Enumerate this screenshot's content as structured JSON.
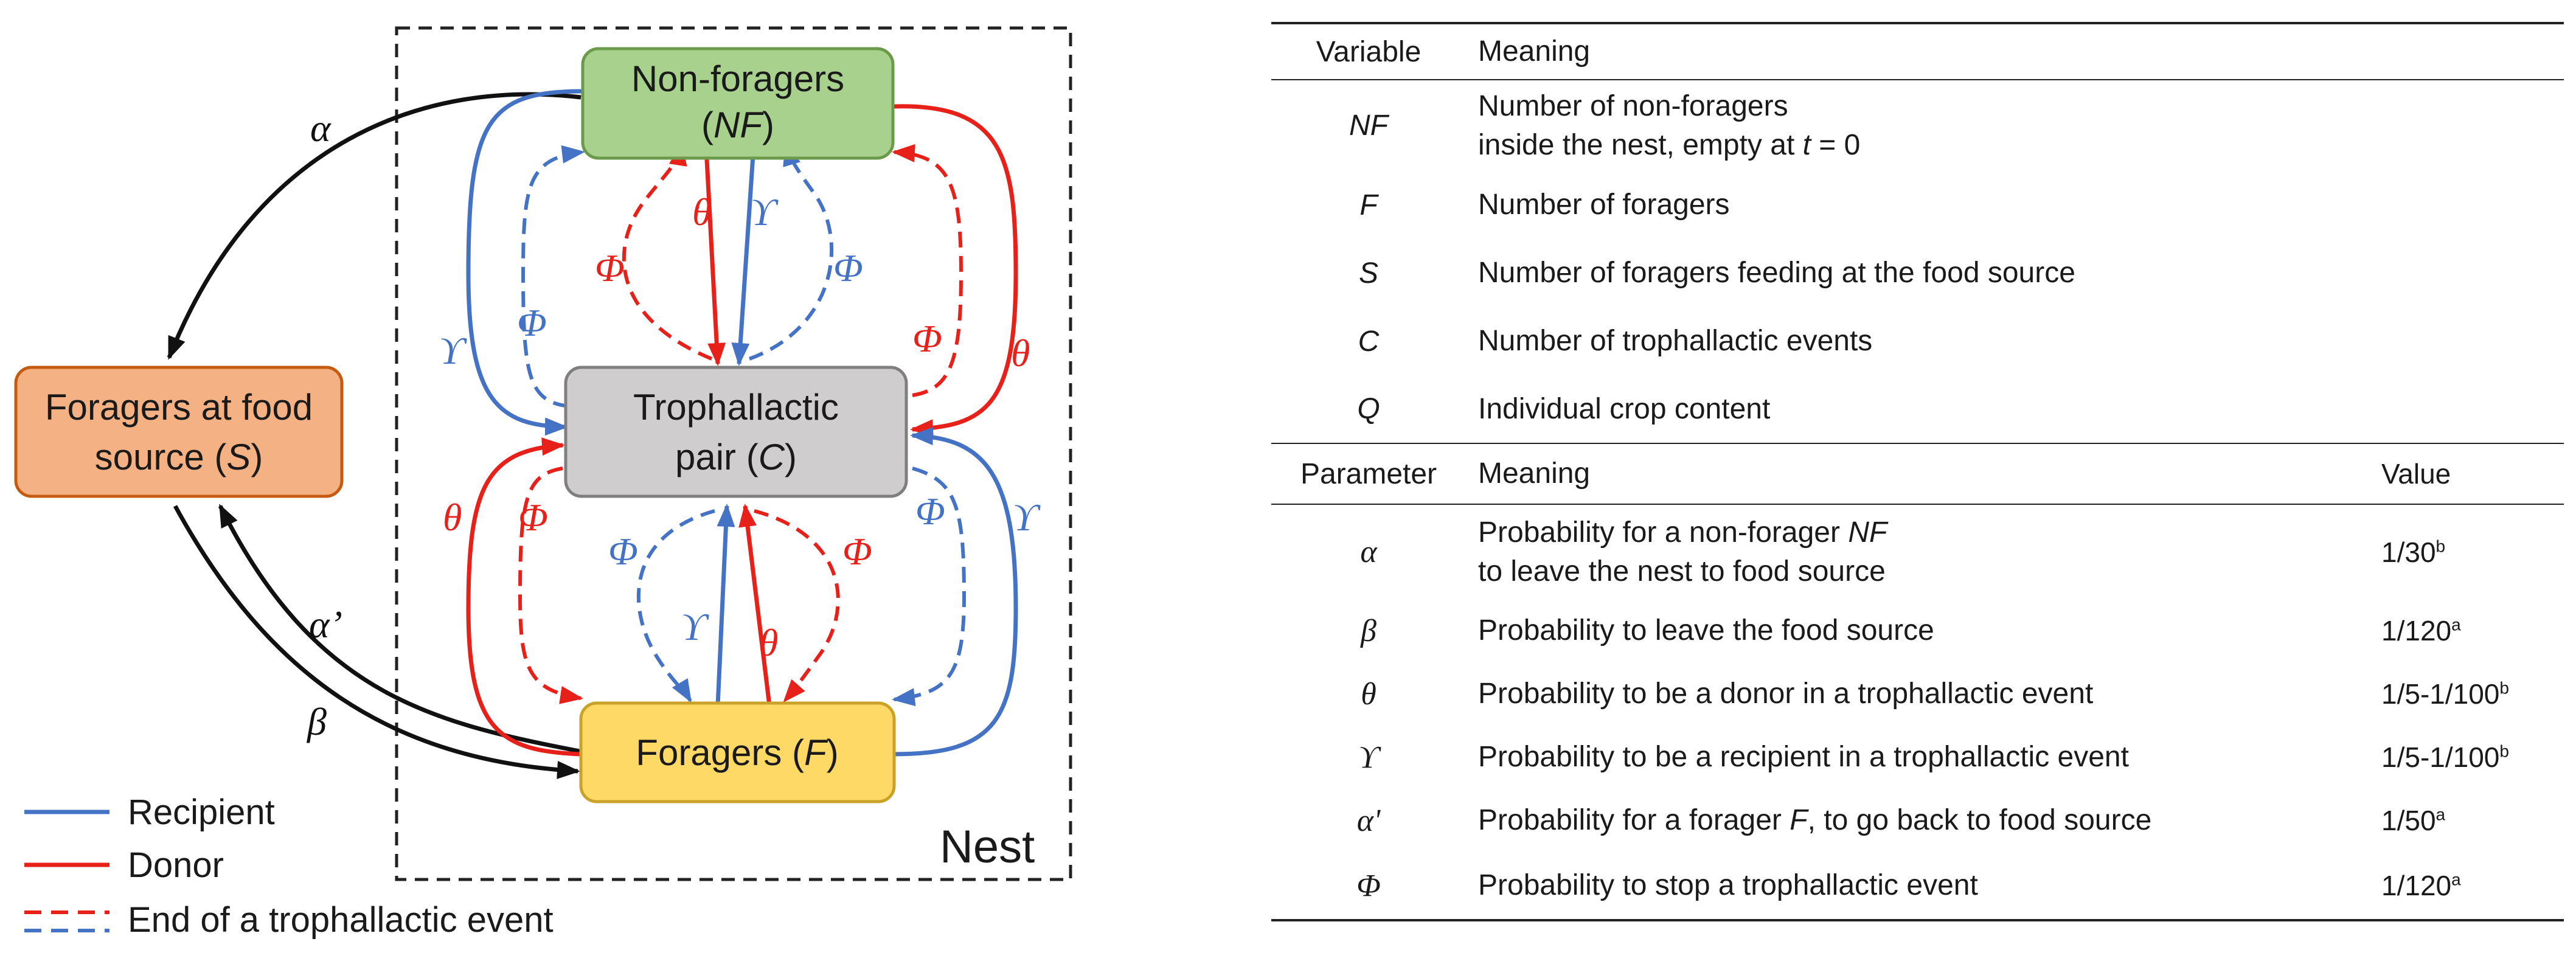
{
  "diagram": {
    "nodes": {
      "non_foragers": {
        "line1": "Non-foragers",
        "line2_open": "(",
        "line2_sym": "NF",
        "line2_close": ")"
      },
      "trophallactic_pair": {
        "line1": "Trophallactic",
        "line2_pre": "pair (",
        "line2_sym": "C",
        "line2_close": ")"
      },
      "foragers": {
        "pre": "Foragers (",
        "sym": "F",
        "close": ")"
      },
      "foragers_at_source": {
        "line1": "Foragers at food",
        "line2_pre": "source (",
        "line2_sym": "S",
        "line2_close": ")"
      }
    },
    "nest_label": "Nest",
    "greek": {
      "alpha": "α",
      "alpha_prime": "α’",
      "beta": "β",
      "theta": "θ",
      "upsilon": "ϒ",
      "phi": "Φ"
    },
    "legend": [
      {
        "label": "Recipient",
        "color": "#4472c4",
        "style": "solid"
      },
      {
        "label": "Donor",
        "color": "#e8201a",
        "style": "solid"
      },
      {
        "label": "End of a trophallactic event",
        "color": "#e8201a",
        "color2": "#4472c4",
        "style": "dashed"
      }
    ],
    "colors": {
      "non_foragers_fill": "#a9d18e",
      "non_foragers_stroke": "#6a9a4a",
      "pair_fill": "#cfcdcd",
      "pair_stroke": "#7f7f7f",
      "foragers_fill": "#ffd966",
      "foragers_stroke": "#c9a227",
      "source_fill": "#f4b183",
      "source_stroke": "#c55a11",
      "recipient": "#4472c4",
      "donor": "#e8201a",
      "black": "#111111"
    }
  },
  "variables_table": {
    "headers": [
      "Variable",
      "Meaning"
    ],
    "rows": [
      {
        "symbol": "NF",
        "meaning_line1": "Number of non-foragers",
        "meaning_line2_pre": "inside the nest, empty at ",
        "meaning_line2_sym": "t",
        "meaning_line2_post": " = 0"
      },
      {
        "symbol": "F",
        "meaning": "Number of foragers"
      },
      {
        "symbol": "S",
        "meaning": "Number of foragers feeding at the food source"
      },
      {
        "symbol": "C",
        "meaning": "Number of trophallactic events"
      },
      {
        "symbol": "Q",
        "meaning": "Individual crop content"
      }
    ]
  },
  "parameters_table": {
    "headers": [
      "Parameter",
      "Meaning",
      "Value"
    ],
    "rows": [
      {
        "symbol": "α",
        "meaning_line1_pre": "Probability for a non-forager ",
        "meaning_line1_sym": "NF",
        "meaning_line2": "to leave the nest to food source",
        "value": "1/30",
        "note": "b"
      },
      {
        "symbol": "β",
        "meaning": "Probability to leave the food source",
        "value": "1/120",
        "note": "a"
      },
      {
        "symbol": "θ",
        "meaning": "Probability to be a donor in a trophallactic event",
        "value": "1/5-1/100",
        "note": "b"
      },
      {
        "symbol": "ϒ",
        "meaning": "Probability to be a recipient in a trophallactic event",
        "value": "1/5-1/100",
        "note": "b"
      },
      {
        "symbol": "α'",
        "meaning_pre": "Probability for a forager ",
        "meaning_sym": "F",
        "meaning_post": ", to go back to food source",
        "value": "1/50",
        "note": "a"
      },
      {
        "symbol": "Φ",
        "meaning": "Probability to stop a trophallactic event",
        "value": "1/120",
        "note": "a"
      }
    ]
  }
}
